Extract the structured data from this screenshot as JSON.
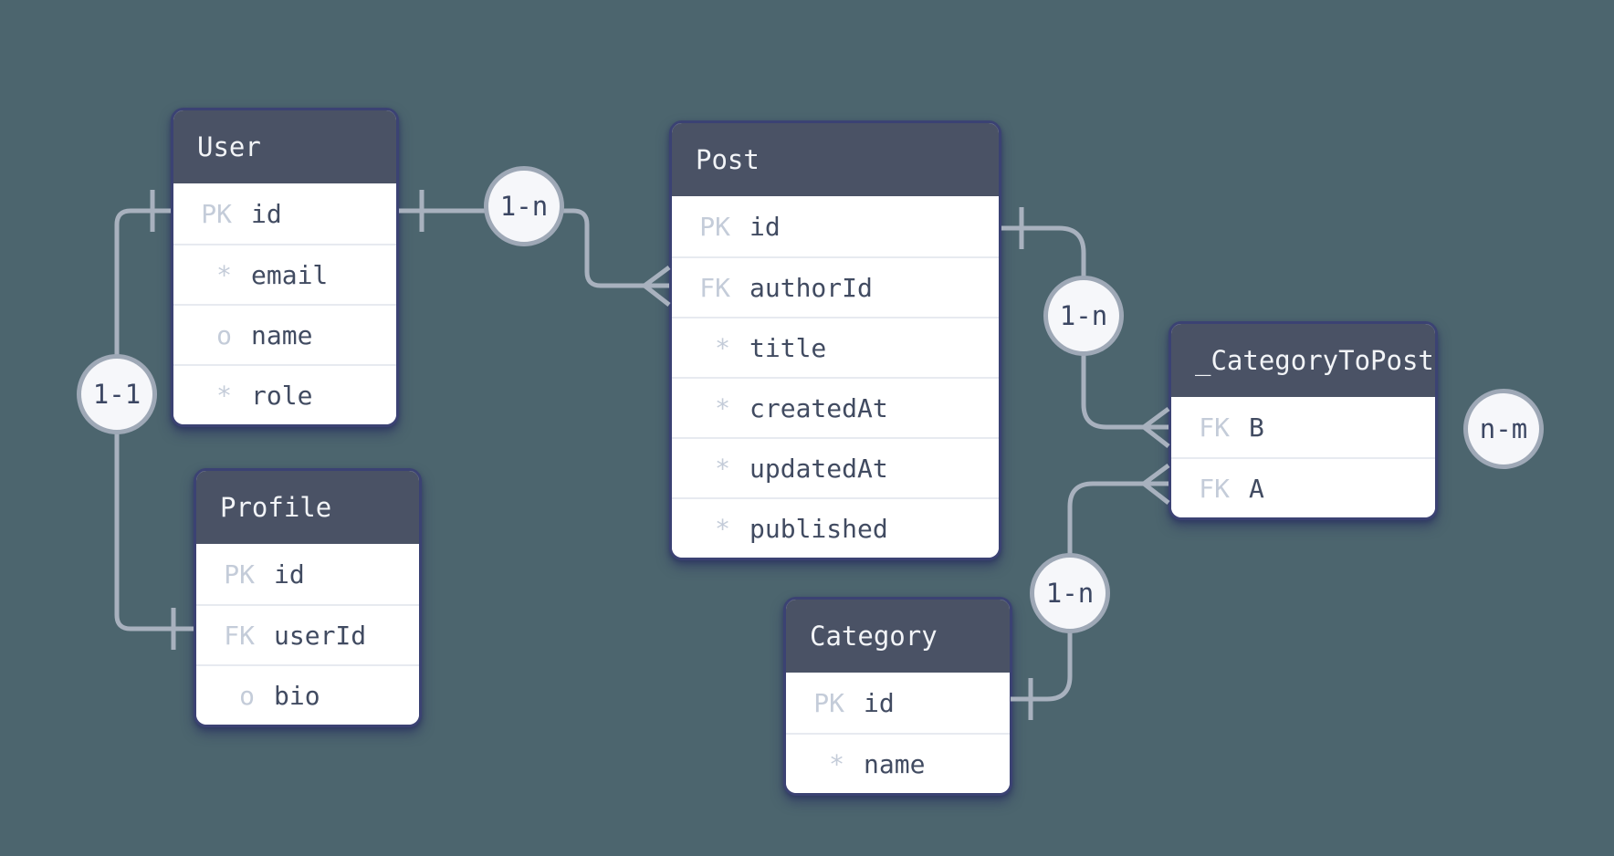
{
  "diagram_type": "entity-relationship",
  "colors": {
    "background": "#4c656e",
    "table_header_bg": "#4a5265",
    "table_border": "#3b4273",
    "row_bg": "#ffffff",
    "row_divider": "#e7eaf0",
    "field_text": "#414b61",
    "key_text": "#c4ccd9",
    "header_text": "#f2f4f7",
    "line": "#a8b1be",
    "badge_bg": "#f6f7fa",
    "badge_border": "#9ea8b6",
    "badge_text": "#3c4763"
  },
  "tables": [
    {
      "name": "User",
      "rows": [
        {
          "key": "PK",
          "field": "id"
        },
        {
          "key": "*",
          "field": "email"
        },
        {
          "key": "o",
          "field": "name"
        },
        {
          "key": "*",
          "field": "role"
        }
      ]
    },
    {
      "name": "Profile",
      "rows": [
        {
          "key": "PK",
          "field": "id"
        },
        {
          "key": "FK",
          "field": "userId"
        },
        {
          "key": "o",
          "field": "bio"
        }
      ]
    },
    {
      "name": "Post",
      "rows": [
        {
          "key": "PK",
          "field": "id"
        },
        {
          "key": "FK",
          "field": "authorId"
        },
        {
          "key": "*",
          "field": "title"
        },
        {
          "key": "*",
          "field": "createdAt"
        },
        {
          "key": "*",
          "field": "updatedAt"
        },
        {
          "key": "*",
          "field": "published"
        }
      ]
    },
    {
      "name": "Category",
      "rows": [
        {
          "key": "PK",
          "field": "id"
        },
        {
          "key": "*",
          "field": "name"
        }
      ]
    },
    {
      "name": "_CategoryToPost",
      "rows": [
        {
          "key": "FK",
          "field": "B"
        },
        {
          "key": "FK",
          "field": "A"
        }
      ]
    }
  ],
  "relationships": [
    {
      "label": "1-1",
      "from": "User.id",
      "to": "Profile.userId",
      "from_end": "one",
      "to_end": "one"
    },
    {
      "label": "1-n",
      "from": "User.id",
      "to": "Post.authorId",
      "from_end": "one",
      "to_end": "many"
    },
    {
      "label": "1-n",
      "from": "Post.id",
      "to": "_CategoryToPost.B",
      "from_end": "one",
      "to_end": "many"
    },
    {
      "label": "1-n",
      "from": "Category.id",
      "to": "_CategoryToPost.A",
      "from_end": "one",
      "to_end": "many"
    },
    {
      "label": "n-m",
      "from": "_CategoryToPost",
      "to": "",
      "from_end": "",
      "to_end": ""
    }
  ]
}
